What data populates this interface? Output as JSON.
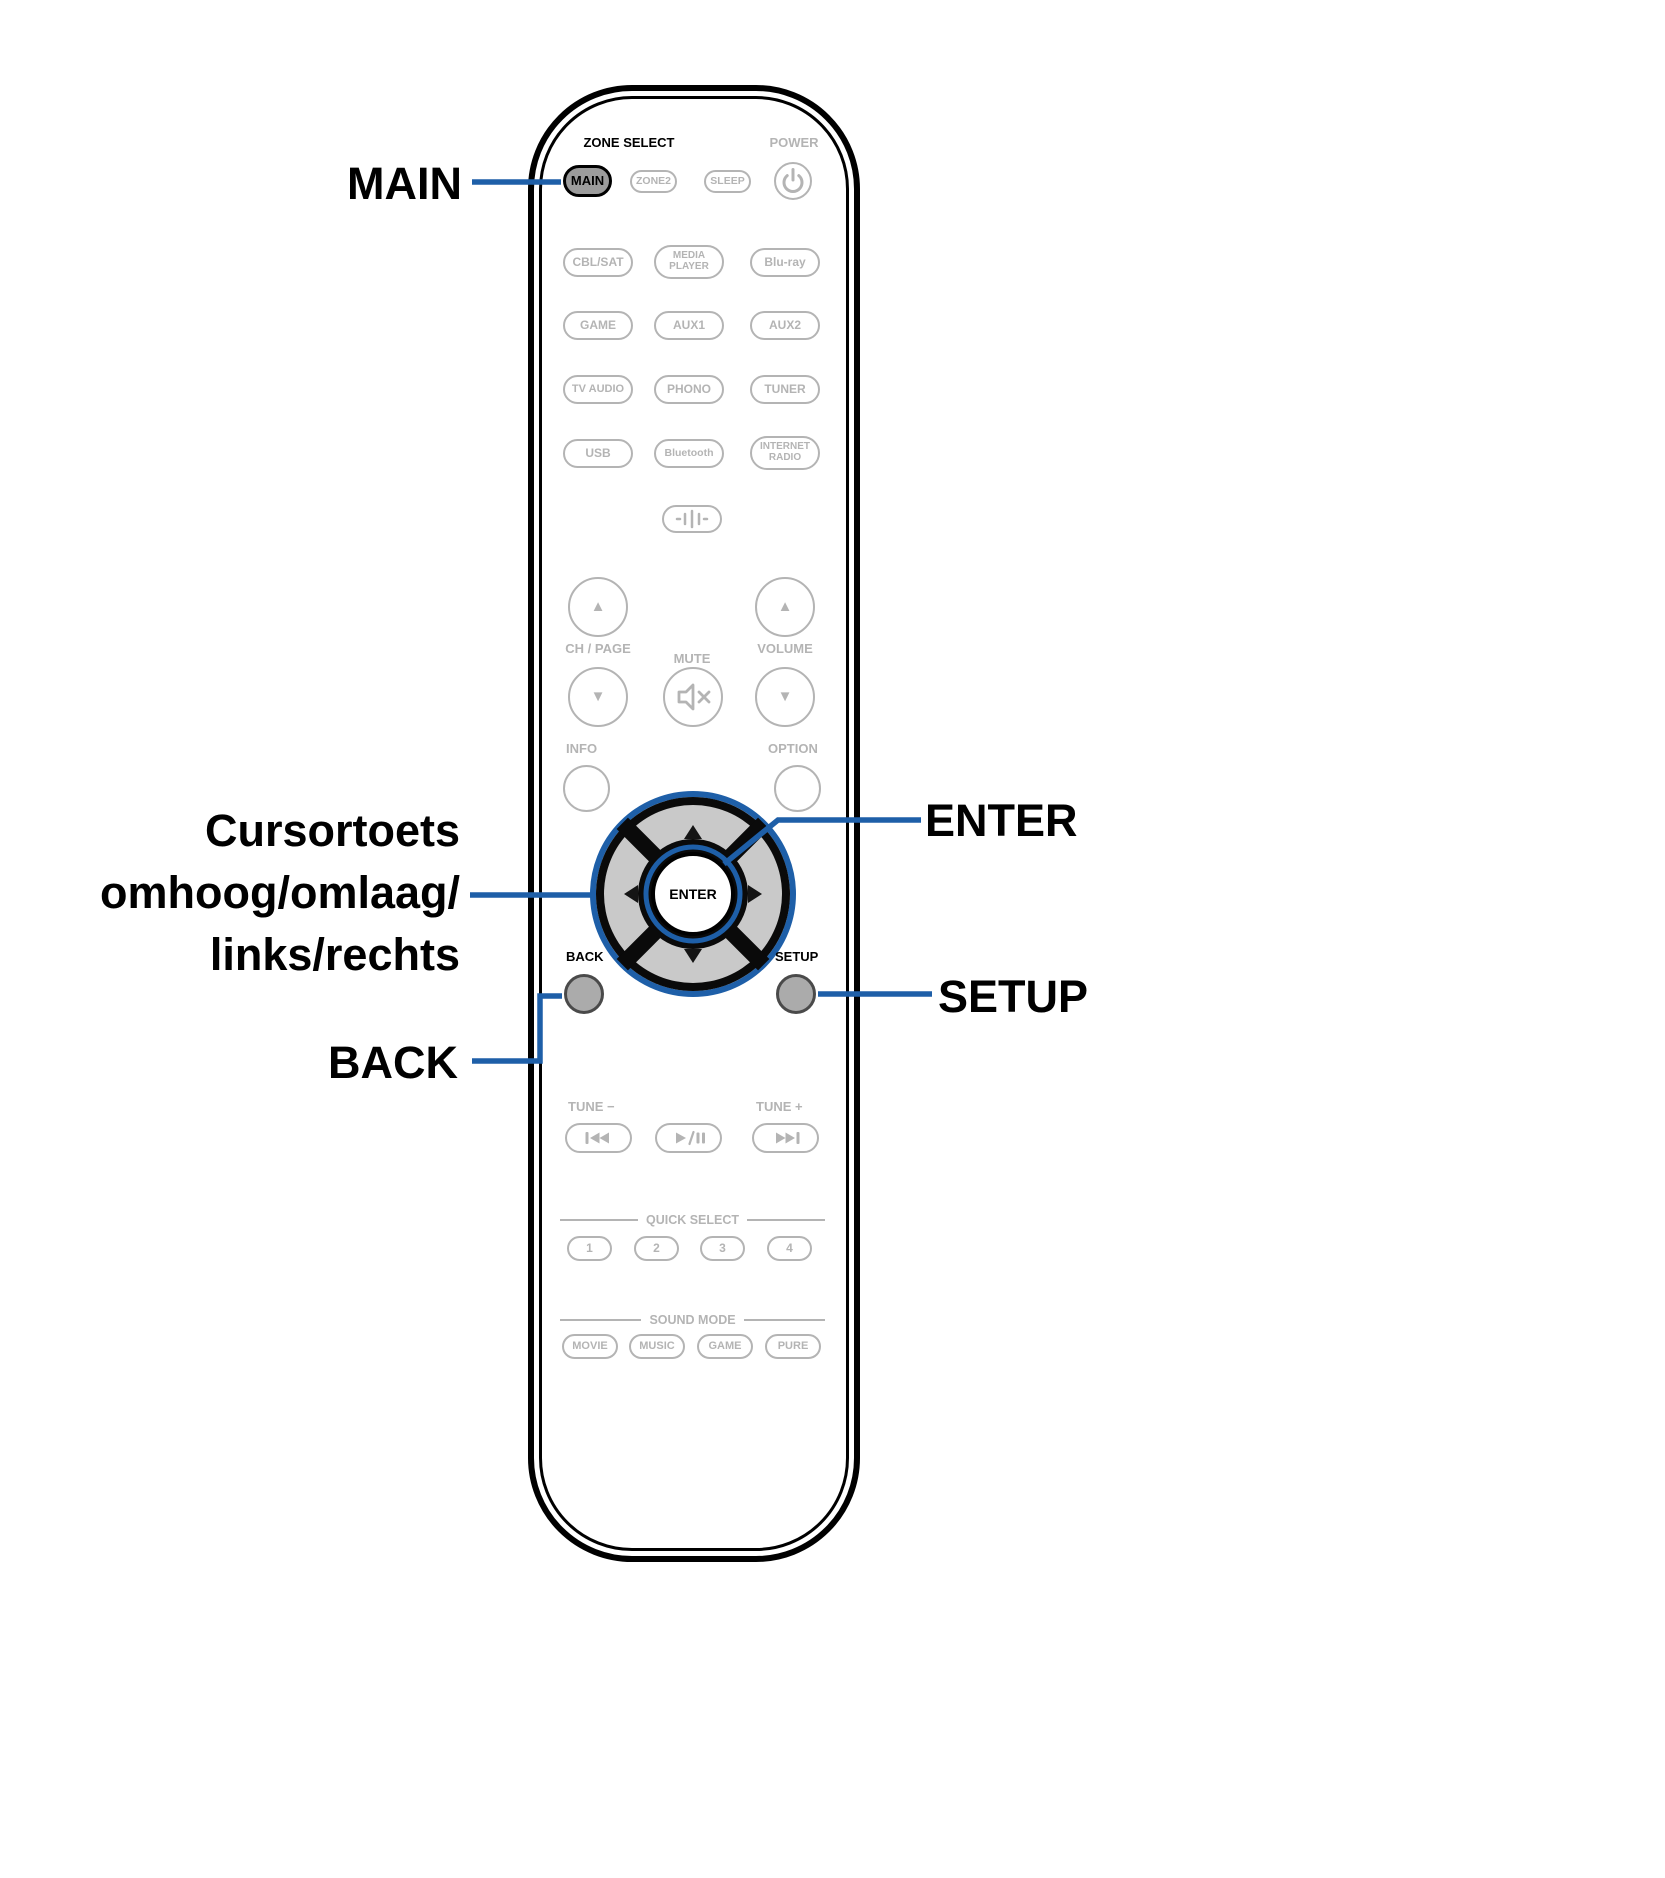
{
  "accent_color": "#1e5fa8",
  "callouts": {
    "main": "MAIN",
    "cursor_lines": [
      "Cursortoets",
      "omhoog/omlaag/",
      "links/rechts"
    ],
    "back": "BACK",
    "enter": "ENTER",
    "setup": "SETUP"
  },
  "remote": {
    "section_labels": {
      "zone_select": "ZONE SELECT",
      "power": "POWER",
      "ch_page": "CH / PAGE",
      "mute": "MUTE",
      "volume": "VOLUME",
      "info": "INFO",
      "option": "OPTION",
      "back": "BACK",
      "setup": "SETUP",
      "tune_minus": "TUNE −",
      "tune_plus": "TUNE +",
      "quick_select": "QUICK SELECT",
      "sound_mode": "SOUND MODE"
    },
    "zone_buttons": {
      "main": "MAIN",
      "zone2": "ZONE2",
      "sleep": "SLEEP"
    },
    "source_buttons": [
      "CBL/SAT",
      "MEDIA PLAYER",
      "Blu-ray",
      "GAME",
      "AUX1",
      "AUX2",
      "TV AUDIO",
      "PHONO",
      "TUNER",
      "USB",
      "Bluetooth",
      "INTERNET RADIO"
    ],
    "cursor_pad": {
      "enter": "ENTER"
    },
    "glyphs": {
      "up": "▲",
      "down": "▼"
    },
    "quick_select_buttons": [
      "1",
      "2",
      "3",
      "4"
    ],
    "sound_mode_buttons": [
      "MOVIE",
      "MUSIC",
      "GAME",
      "PURE"
    ]
  }
}
